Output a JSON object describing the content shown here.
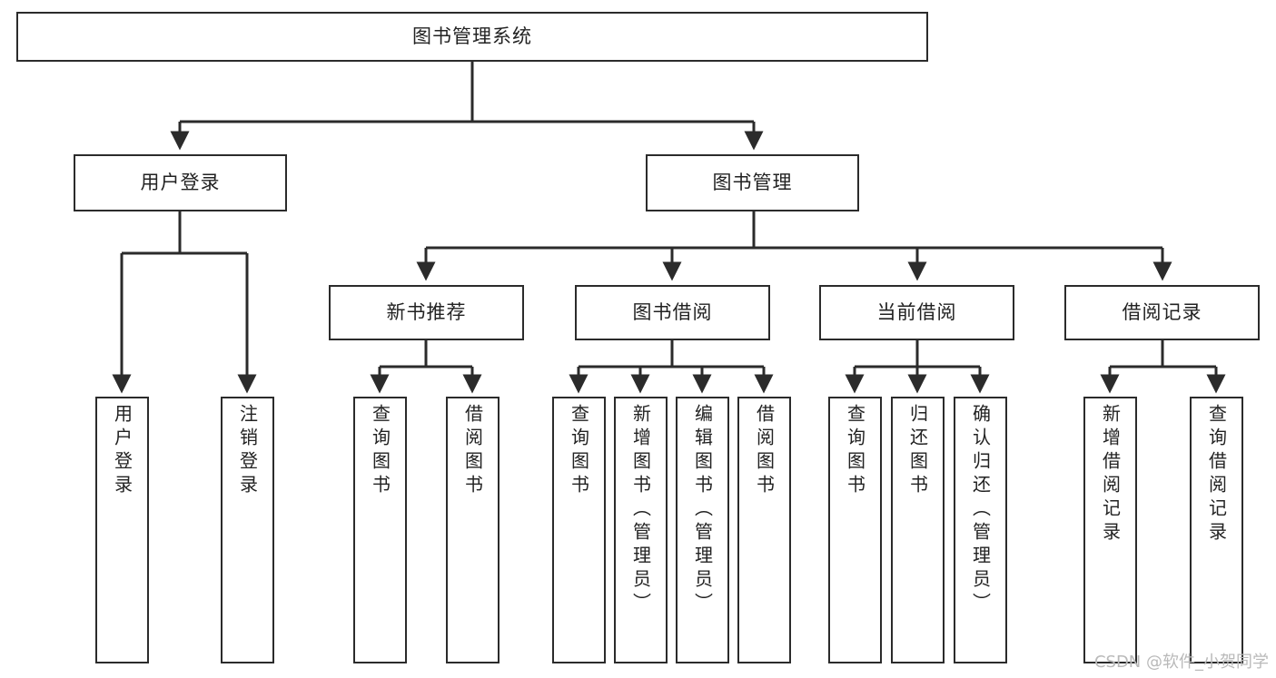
{
  "diagram": {
    "type": "tree-hierarchy",
    "title": "图书管理系统",
    "watermark": "CSDN @软件_小贺同学",
    "colors": {
      "box_border": "#2b2b2b",
      "box_fill": "#ffffff",
      "connector": "#2b2b2b",
      "text": "#222222",
      "watermark": "#b9b9b9",
      "background": "#ffffff"
    },
    "levels": 4
  },
  "nodes": {
    "root": {
      "label": "图书管理系统"
    },
    "level2": [
      {
        "id": "user-login",
        "label": "用户登录"
      },
      {
        "id": "book-manage",
        "label": "图书管理"
      }
    ],
    "level3": [
      {
        "id": "new-book-recommend",
        "label": "新书推荐"
      },
      {
        "id": "book-borrow",
        "label": "图书借阅"
      },
      {
        "id": "current-borrow",
        "label": "当前借阅"
      },
      {
        "id": "borrow-record",
        "label": "借阅记录"
      }
    ],
    "leaves": {
      "user_login": [
        {
          "id": "leaf-user-login",
          "label": "用户登录"
        },
        {
          "id": "leaf-logout-login",
          "label": "注销登录"
        }
      ],
      "new_book_recommend": [
        {
          "id": "leaf-query-book-1",
          "label": "查询图书"
        },
        {
          "id": "leaf-borrow-book-1",
          "label": "借阅图书"
        }
      ],
      "book_borrow": [
        {
          "id": "leaf-query-book-2",
          "label": "查询图书"
        },
        {
          "id": "leaf-add-book-admin",
          "label": "新增图书（管理员）"
        },
        {
          "id": "leaf-edit-book-admin",
          "label": "编辑图书（管理员）"
        },
        {
          "id": "leaf-borrow-book-2",
          "label": "借阅图书"
        }
      ],
      "current_borrow": [
        {
          "id": "leaf-query-book-3",
          "label": "查询图书"
        },
        {
          "id": "leaf-return-book",
          "label": "归还图书"
        },
        {
          "id": "leaf-confirm-return-admin",
          "label": "确认归还（管理员）"
        }
      ],
      "borrow_record": [
        {
          "id": "leaf-add-borrow-record",
          "label": "新增借阅记录"
        },
        {
          "id": "leaf-query-borrow-record",
          "label": "查询借阅记录"
        }
      ]
    }
  }
}
